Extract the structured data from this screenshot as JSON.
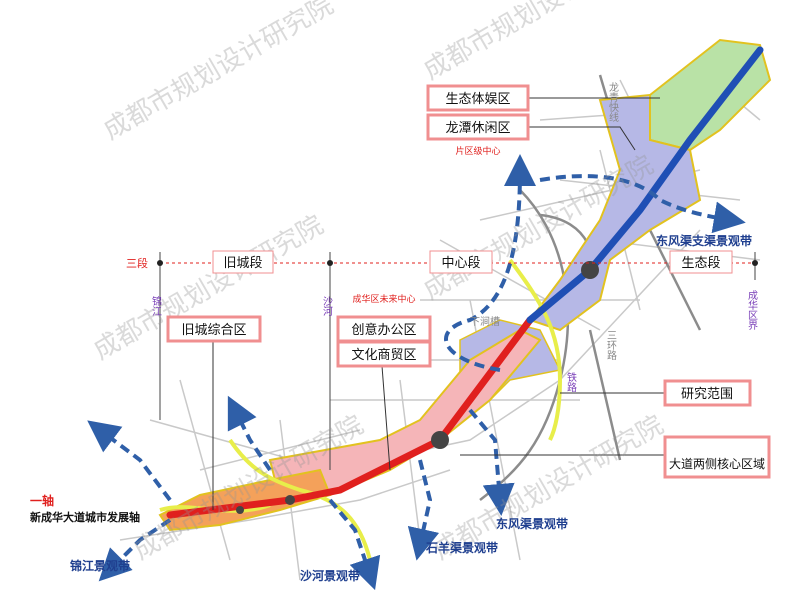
{
  "watermark": "成都市规划设计研究院",
  "segments": {
    "label": "三段",
    "old_city": "旧城段",
    "center": "中心段",
    "ecology": "生态段"
  },
  "river_labels": {
    "jinjiang": "锦江",
    "shahe": "沙河",
    "chenghua_boundary": "成华区界"
  },
  "axis": {
    "title": "一轴",
    "name": "新成华大道城市发展轴"
  },
  "zones": {
    "eco_sports": "生态体娱区",
    "longtan_leisure": "龙潭休闲区",
    "district_center": "片区级中心",
    "old_city_complex": "旧城综合区",
    "creative_office": "创意办公区",
    "culture_trade": "文化商贸区",
    "future_center": "成华区未来中心",
    "research_scope": "研究范围",
    "core_area": "大道两侧核心区域"
  },
  "landscape_belts": {
    "dongfengqu_branch": "东风渠支渠景观带",
    "dongfengqu": "东风渠景观带",
    "shixiqu": "石羊渠景观带",
    "shahe": "沙河景观带",
    "jinjiang": "锦江景观带"
  },
  "road_labels": {
    "ring3": "三环路",
    "railway": "铁路",
    "longqing": "龙青快线",
    "xiachengbei": "下涧槽"
  },
  "colors": {
    "red_axis": "#e0201e",
    "blue_axis": "#1f4fb5",
    "blue_dash": "#2f5fa8",
    "orange_zone": "#f4a15a",
    "pink_zone": "#f5b5b8",
    "purple_zone": "#b6b8e6",
    "green_zone": "#b9e2a6",
    "river_yellow": "#e8ee4a",
    "label_border": "#f08f90"
  }
}
